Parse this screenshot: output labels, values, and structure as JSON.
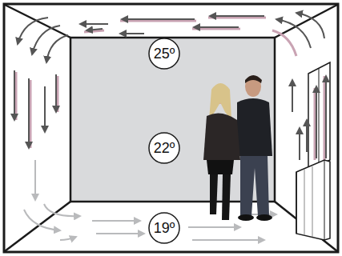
{
  "diagram": {
    "nodes": [
      {
        "text": [
          "25º"
        ]
      },
      {
        "text": [
          "22º"
        ]
      },
      {
        "text": [
          "19º"
        ]
      }
    ]
  }
}
